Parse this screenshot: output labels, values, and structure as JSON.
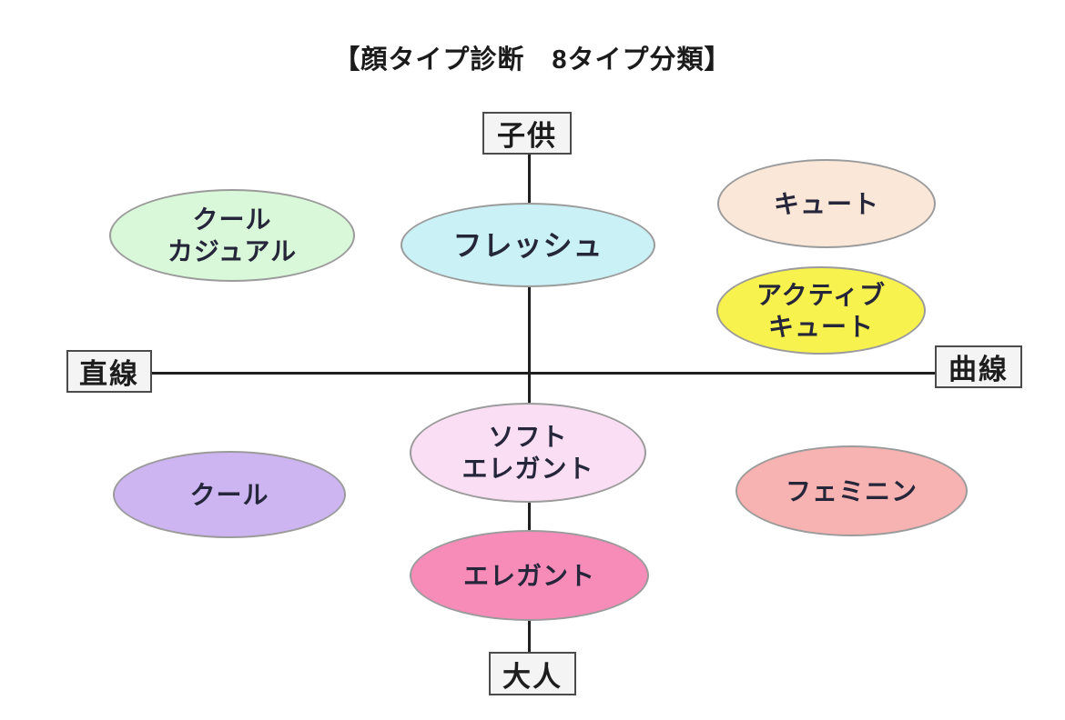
{
  "title": "【顔タイプ診断　8タイプ分類】",
  "axis_labels": {
    "top": "子供",
    "bottom": "大人",
    "left": "直線",
    "right": "曲線"
  },
  "types": {
    "cool_casual": {
      "lines": [
        "クール",
        "カジュアル"
      ],
      "color": "#d9f7d9"
    },
    "fresh": {
      "lines": [
        "フレッシュ"
      ],
      "color": "#c9f1f6"
    },
    "cute": {
      "lines": [
        "キュート"
      ],
      "color": "#fae7d7"
    },
    "active_cute": {
      "lines": [
        "アクティブ",
        "キュート"
      ],
      "color": "#f7f24e"
    },
    "soft_elegant": {
      "lines": [
        "ソフト",
        "エレガント"
      ],
      "color": "#fadef4"
    },
    "cool": {
      "lines": [
        "クール"
      ],
      "color": "#cdb5f2"
    },
    "feminine": {
      "lines": [
        "フェミニン"
      ],
      "color": "#f7b2b2"
    },
    "elegant": {
      "lines": [
        "エレガント"
      ],
      "color": "#f78cb8"
    }
  }
}
